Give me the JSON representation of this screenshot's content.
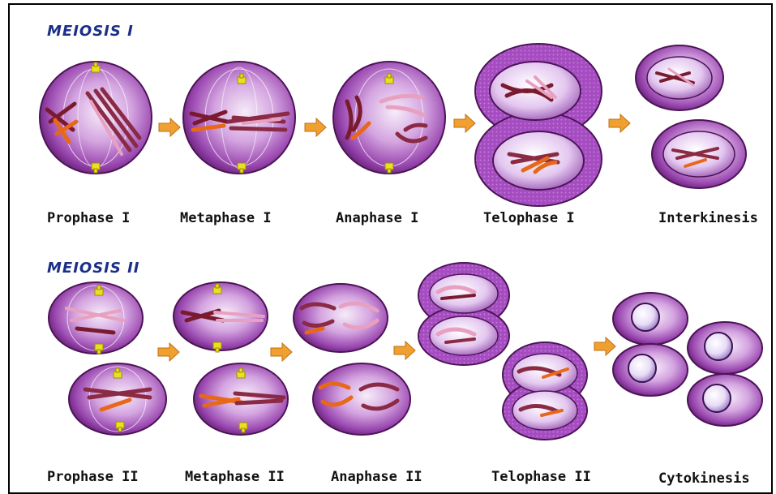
{
  "meiosis_1": {
    "title": "MEIOSIS I",
    "stages": [
      "Prophase I",
      "Metaphase I",
      "Anaphase I",
      "Telophase I",
      "Interkinesis"
    ]
  },
  "meiosis_2": {
    "title": "MEIOSIS II",
    "stages": [
      "Prophase II",
      "Metaphase II",
      "Anaphase II",
      "Telophase II",
      "Cytokinesis"
    ]
  },
  "colors": {
    "cell_dark": "#6a1f7a",
    "cell_mid": "#a052b8",
    "cell_light": "#f3e6f7",
    "chromosome_dark": "#7a1a2e",
    "chromosome_pink": "#e8a0c0",
    "chromosome_orange": "#e8681a",
    "arrow": "#f0a030",
    "centriole": "#e8e020",
    "title": "#1c2f88"
  }
}
